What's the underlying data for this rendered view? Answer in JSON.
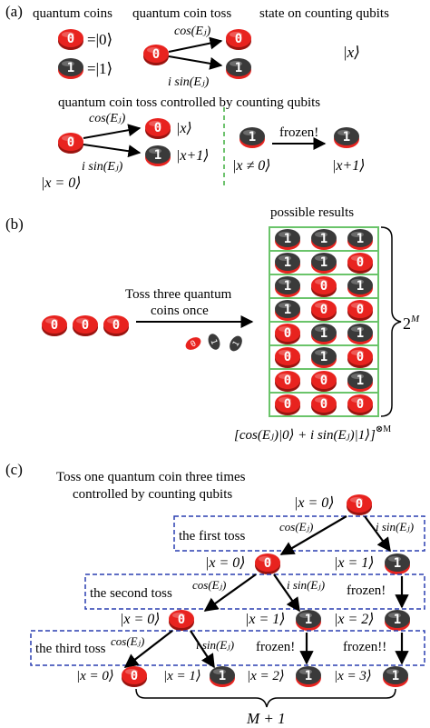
{
  "panel_a": {
    "label": "(a)",
    "heading_coins": "quantum coins",
    "heading_toss": "quantum coin toss",
    "heading_state": "state on counting qubits",
    "eq_zero": "=|0⟩",
    "eq_one": "=|1⟩",
    "amp_cos": "cos(Eⱼ)",
    "amp_isin": "i sin(Eⱼ)",
    "state_x": "|x⟩",
    "heading_controlled": "quantum coin toss controlled by counting qubits",
    "ket_x": "|x⟩",
    "ket_x_plus_1": "|x+1⟩",
    "cond_x_eq_0": "|x = 0⟩",
    "cond_x_ne_0": "|x ≠ 0⟩",
    "frozen": "frozen!",
    "ket_x_plus_1_right": "|x+1⟩"
  },
  "panel_b": {
    "label": "(b)",
    "heading_results": "possible results",
    "toss_line1": "Toss three quantum",
    "toss_line2": "coins once",
    "power": "2",
    "power_exp": "M",
    "formula": "[cos(Eⱼ)|0⟩ + i sin(Eⱼ)|1⟩]",
    "formula_exp": "⊗M",
    "result_rows": [
      [
        "1",
        "1",
        "1"
      ],
      [
        "1",
        "1",
        "0"
      ],
      [
        "1",
        "0",
        "1"
      ],
      [
        "1",
        "0",
        "0"
      ],
      [
        "0",
        "1",
        "1"
      ],
      [
        "0",
        "1",
        "0"
      ],
      [
        "0",
        "0",
        "1"
      ],
      [
        "0",
        "0",
        "0"
      ]
    ]
  },
  "panel_c": {
    "label": "(c)",
    "title_line1": "Toss one quantum coin three times",
    "title_line2": "controlled by counting qubits",
    "top_ket": "|x = 0⟩",
    "first_toss": "the first toss",
    "second_toss": "the second toss",
    "third_toss": "the third toss",
    "amp_cos": "cos(Eⱼ)",
    "amp_isin": "i sin(Eⱼ)",
    "row1": [
      "|x = 0⟩",
      "|x = 1⟩"
    ],
    "row2": [
      "|x = 0⟩",
      "|x = 1⟩",
      "|x = 2⟩"
    ],
    "row3": [
      "|x = 0⟩",
      "|x = 1⟩",
      "|x = 2⟩",
      "|x = 3⟩"
    ],
    "frozen": "frozen!",
    "frozen2": "frozen!!",
    "brace_label": "M + 1"
  },
  "colors": {
    "coin_zero": "#e8231f",
    "coin_one": "#3a3a3a",
    "grid_box": "#6ac46a",
    "dash_box": "#2a3fb0",
    "separator": "#3fae3f"
  },
  "icons": [
    "coin-zero-icon",
    "coin-one-icon",
    "arrow-icon",
    "brace-icon"
  ]
}
